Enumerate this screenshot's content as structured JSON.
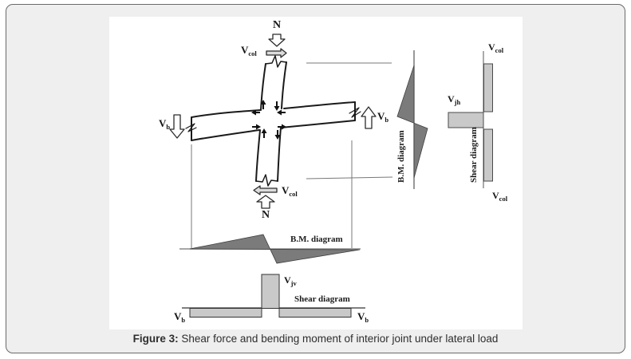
{
  "colors": {
    "frame_bg": "#efefef",
    "panel_bg": "#ffffff",
    "bm_fill": "#7b7b7b",
    "bm_stroke": "#3f3f3f",
    "shear_bar_fill": "#c9c9c9",
    "shear_bar_stroke": "#4a4a4a",
    "sketch_line": "#1a1a1a"
  },
  "symbols": {
    "axial": "N",
    "shear_base": "V",
    "sub_col": "col",
    "sub_beam": "b",
    "sub_joint_h": "jh",
    "sub_joint_v": "jv"
  },
  "diagram_labels": {
    "bending_moment": "B.M. diagram",
    "shear": "Shear diagram"
  },
  "caption": {
    "prefix": "Figure 3:",
    "text": " Shear force and bending moment of interior joint under lateral load"
  }
}
